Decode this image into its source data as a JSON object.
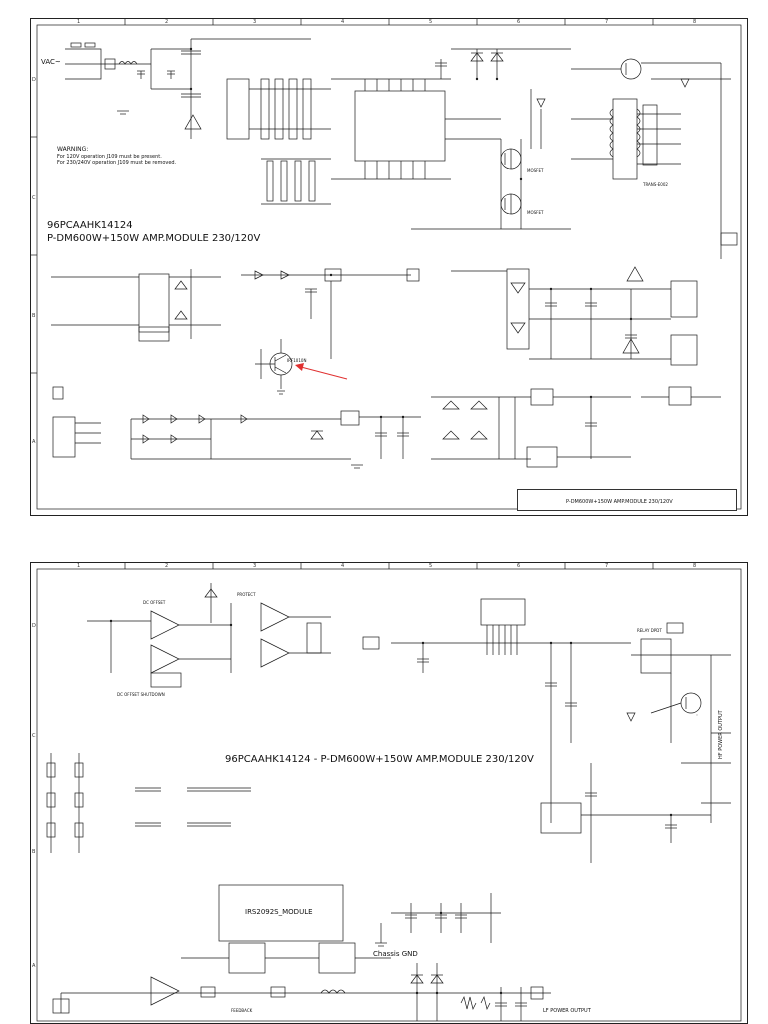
{
  "sheet1": {
    "title_code": "96PCAAHK14124",
    "title_desc": "P-DM600W+150W AMP.MODULE 230/120V",
    "vac_label": "VAC~",
    "warning_title": "WARNING:",
    "warning_line1": "For 120V operation J109 must be present.",
    "warning_line2": "For 230/240V operation J109 must be removed.",
    "mosfet1": "MOSFET",
    "mosfet2": "MOSFET",
    "transformer": "TRANS-E002",
    "irf": "IRF1010N",
    "titleblock_text": "P-DM600W+150W AMP.MODULE 230/120V",
    "col_numbers": [
      "1",
      "2",
      "3",
      "4",
      "5",
      "6",
      "7",
      "8"
    ],
    "row_letters": [
      "D",
      "C",
      "B",
      "A"
    ]
  },
  "sheet2": {
    "title": "96PCAAHK14124 - P-DM600W+150W AMP.MODULE 230/120V",
    "module": "IRS2092S_MODULE",
    "chassis": "Chassis GND",
    "hf_output": "HF POWER OUTPUT",
    "lf_output": "LF POWER OUTPUT",
    "dc_offset": "DC OFFSET",
    "dc_offset_shutdown": "DC OFFSET SHUTDOWN",
    "protect": "PROTECT",
    "relay_dpdt": "RELAY DPDT",
    "feedback": "FEEDBACK",
    "col_numbers": [
      "1",
      "2",
      "3",
      "4",
      "5",
      "6",
      "7",
      "8"
    ],
    "row_letters": [
      "D",
      "C",
      "B",
      "A"
    ]
  },
  "colors": {
    "line": "#1a1a1a",
    "arrow": "#e03030",
    "paper": "#ffffff"
  }
}
